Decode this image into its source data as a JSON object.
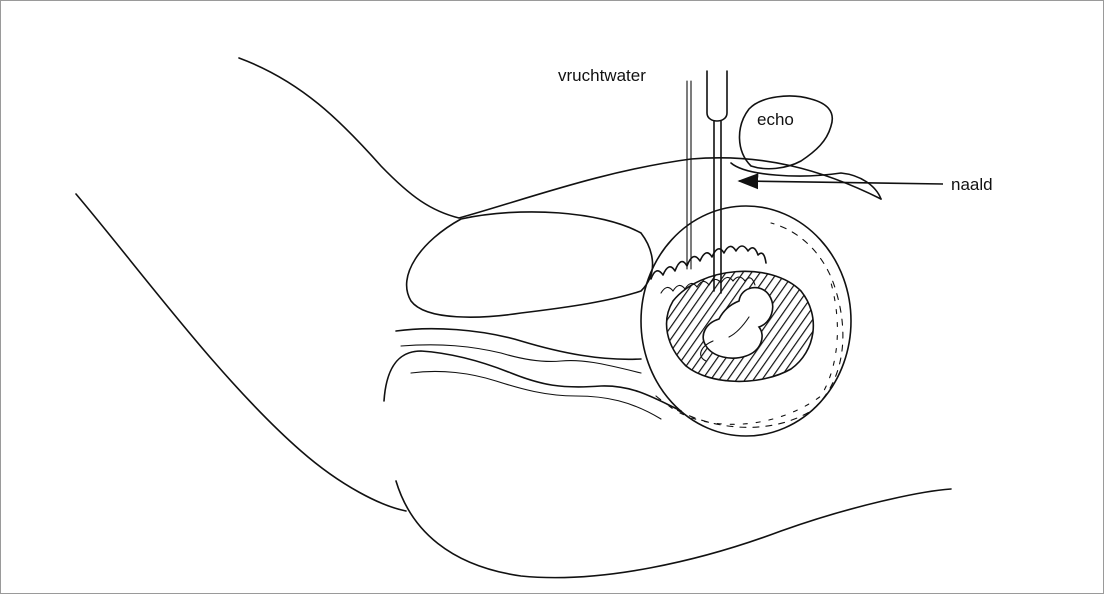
{
  "labels": {
    "amniotic_fluid": "vruchtwater",
    "ultrasound": "echo",
    "needle": "naald"
  },
  "colors": {
    "ink": "#111111",
    "background": "#ffffff",
    "frame": "#9a9a9a"
  }
}
